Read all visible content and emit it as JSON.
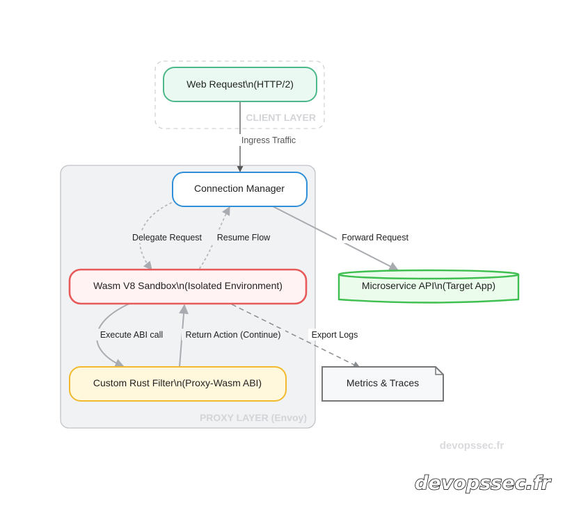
{
  "groups": {
    "client": {
      "label": "CLIENT LAYER"
    },
    "proxy": {
      "label": "PROXY LAYER (Envoy)"
    }
  },
  "nodes": {
    "web_request": {
      "label": "Web Request\\n(HTTP/2)",
      "color": "#4cb88a",
      "fill": "#eafaf2"
    },
    "connection_manager": {
      "label": "Connection Manager",
      "color": "#2f8fd8",
      "fill": "#ffffff"
    },
    "wasm_sandbox": {
      "label": "Wasm V8 Sandbox\\n(Isolated Environment)",
      "color": "#e85a5a",
      "fill": "#fff3f3"
    },
    "rust_filter": {
      "label": "Custom Rust Filter\\n(Proxy-Wasm ABI)",
      "color": "#f2b92c",
      "fill": "#fff8dc"
    },
    "microservice": {
      "label": "Microservice API\\n(Target App)",
      "color": "#3fbf4f",
      "fill": "#ebfbec"
    },
    "metrics": {
      "label": "Metrics & Traces",
      "color": "#777777",
      "fill": "#f6f8fa"
    }
  },
  "edges": {
    "ingress": "Ingress Traffic",
    "delegate": "Delegate Request",
    "resume": "Resume Flow",
    "forward": "Forward Request",
    "execute": "Execute ABI call",
    "return_action": "Return Action (Continue)",
    "export": "Export Logs"
  },
  "watermarks": {
    "small": "devopssec.fr",
    "large": "devopssec.fr"
  }
}
